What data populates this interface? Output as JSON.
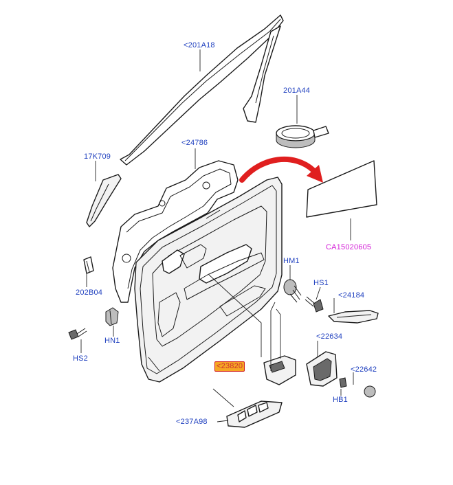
{
  "labels": {
    "l201A18": "<201A18",
    "l201A44": "201A44",
    "l17K709": "17K709",
    "l24786": "<24786",
    "lCA15020605": "CA15020605",
    "l202B04": "202B04",
    "lHM1": "HM1",
    "lHS1": "HS1",
    "l24184": "<24184",
    "l22634": "<22634",
    "l22642": "<22642",
    "l23820": "<23820",
    "lHB1": "HB1",
    "lHN1": "HN1",
    "lHS2": "HS2",
    "l237A98": "<237A98"
  },
  "colors": {
    "label_text": "#1e3fbf",
    "highlight_label_text": "#d21ad6",
    "highlight_box_fill": "#f5a623",
    "highlight_box_border": "#d01a1a",
    "arrow": "#e01f1f"
  }
}
